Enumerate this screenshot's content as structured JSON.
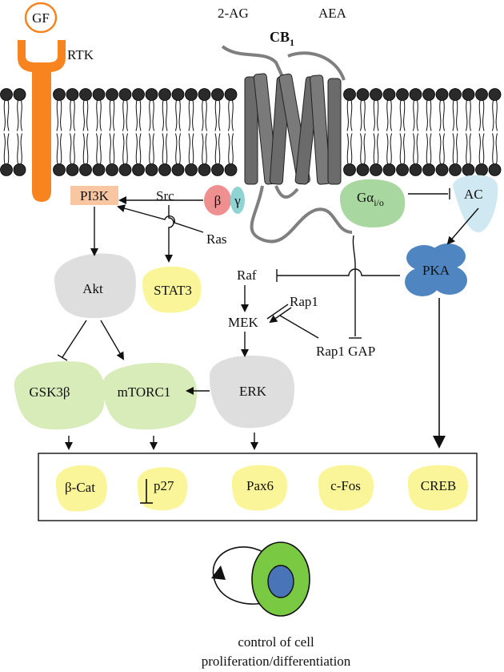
{
  "ligands": {
    "endo1": "2-AG",
    "endo2": "AEA",
    "gf": "GF"
  },
  "receptors": {
    "cb1": "CB",
    "cb1_sub": "1",
    "rtk": "RTK"
  },
  "proteins": {
    "pi3k": "PI3K",
    "src": "Src",
    "ras": "Ras",
    "beta": "β",
    "gamma": "γ",
    "galpha": "Gα",
    "galpha_sub": "i/o",
    "ac": "AC",
    "pka": "PKA",
    "akt": "Akt",
    "stat3": "STAT3",
    "raf": "Raf",
    "mek": "MEK",
    "rap1": "Rap1",
    "rap1gap": "Rap1 GAP",
    "gsk3b": "GSK3β",
    "mtorc1": "mTORC1",
    "erk": "ERK"
  },
  "targets": {
    "bcat": "β-Cat",
    "p27": "p27",
    "pax6": "Pax6",
    "cfos": "c-Fos",
    "creb": "CREB"
  },
  "caption": {
    "line1": "control of cell",
    "line2": "proliferation/differentiation"
  },
  "colors": {
    "rtk": "#f7841e",
    "pi3k_box": "#f8c6a0",
    "beta": "#ef8f8f",
    "gamma": "#8fd3d3",
    "galpha": "#a8d8a0",
    "ac": "#cfe8f2",
    "pka": "#4f86c2",
    "grey_blob": "#dedede",
    "green_blob": "#d7ecb8",
    "yellow_blob": "#fbf59a",
    "cell_outer": "#7ac943",
    "cell_nucleus": "#4a74b8",
    "receptor": "#7f7f7f"
  }
}
